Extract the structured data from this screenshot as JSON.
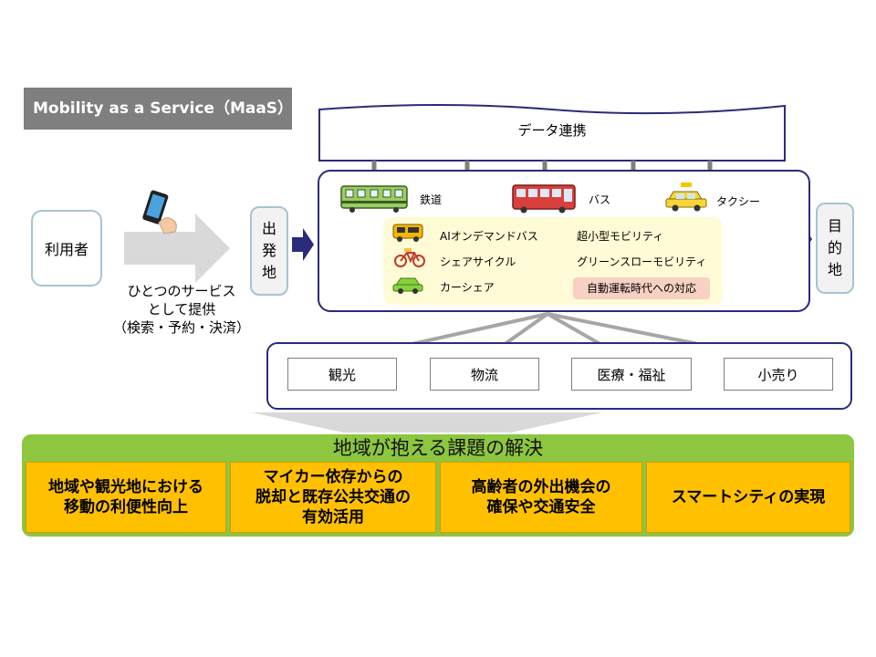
{
  "header": {
    "title": "Mobility as a Service（MaaS）"
  },
  "user": {
    "label": "利用者"
  },
  "service": {
    "lines": [
      "ひとつのサービス",
      "として提供",
      "（検索・予約・決済）"
    ]
  },
  "origin": {
    "chars": [
      "出",
      "発",
      "地"
    ]
  },
  "destination": {
    "chars": [
      "目",
      "的",
      "地"
    ]
  },
  "data_link": {
    "label": "データ連携"
  },
  "modes": [
    {
      "label": "鉄道",
      "icon": "train-icon"
    },
    {
      "label": "バス",
      "icon": "bus-icon"
    },
    {
      "label": "タクシー",
      "icon": "taxi-icon"
    }
  ],
  "new_services": [
    {
      "label": "AIオンデマンドバス",
      "icon": "on-demand-bus-icon"
    },
    {
      "label": "シェアサイクル",
      "icon": "bicycle-icon"
    },
    {
      "label": "カーシェア",
      "icon": "car-share-icon"
    }
  ],
  "small_mobility": [
    "超小型モビリティ",
    "グリーンスローモビリティ"
  ],
  "autonomous": {
    "label": "自動運転時代への対応"
  },
  "sectors": [
    "観光",
    "物流",
    "医療・福祉",
    "小売り"
  ],
  "issues": {
    "title": "地域が抱える課題の解決",
    "items": [
      {
        "lines": [
          "地域や観光地における",
          "移動の利便性向上"
        ]
      },
      {
        "lines": [
          "マイカー依存からの",
          "脱却と既存公共交通の",
          "有効活用"
        ]
      },
      {
        "lines": [
          "高齢者の外出機会の",
          "確保や交通安全"
        ]
      },
      {
        "lines": [
          "スマートシティの実現"
        ]
      }
    ]
  },
  "colors": {
    "navy": "#2b2b7a",
    "green": "#8dc63f",
    "orange": "#ffc000",
    "gray": "#7f7f7f"
  }
}
